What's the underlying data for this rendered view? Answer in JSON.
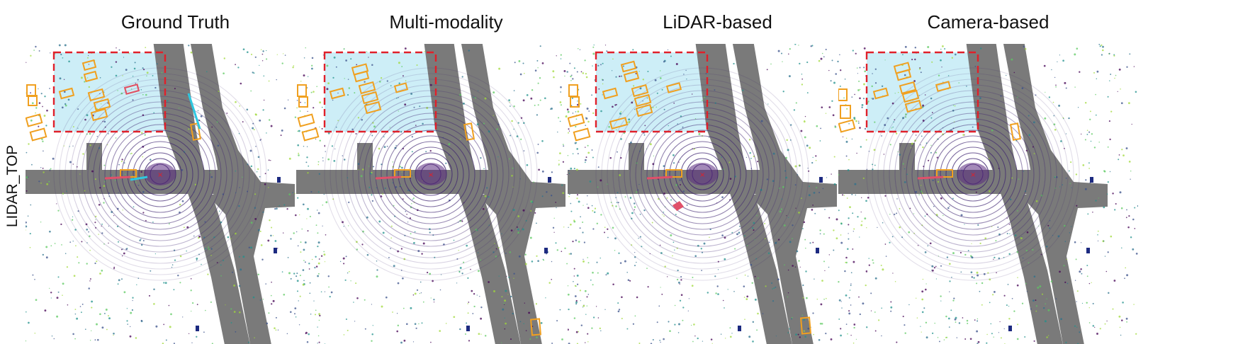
{
  "row_label": "LIDAR_TOP",
  "panels": [
    {
      "title": "Ground Truth",
      "variant": "gt"
    },
    {
      "title": "Multi-modality",
      "variant": "mm"
    },
    {
      "title": "LiDAR-based",
      "variant": "lidar"
    },
    {
      "title": "Camera-based",
      "variant": "cam"
    }
  ],
  "colors": {
    "road": "#7a7a7a",
    "highlight_fill": "#cdeef7",
    "highlight_border": "#e0202a",
    "box_orange": "#f0a020",
    "ego_marker": "#e0202a",
    "scan_ring": "#3a1f6e",
    "pedestrian_box": "#e0506a",
    "gt_arrow": "#2ec8e0",
    "dark_object": "#1c2a80"
  }
}
